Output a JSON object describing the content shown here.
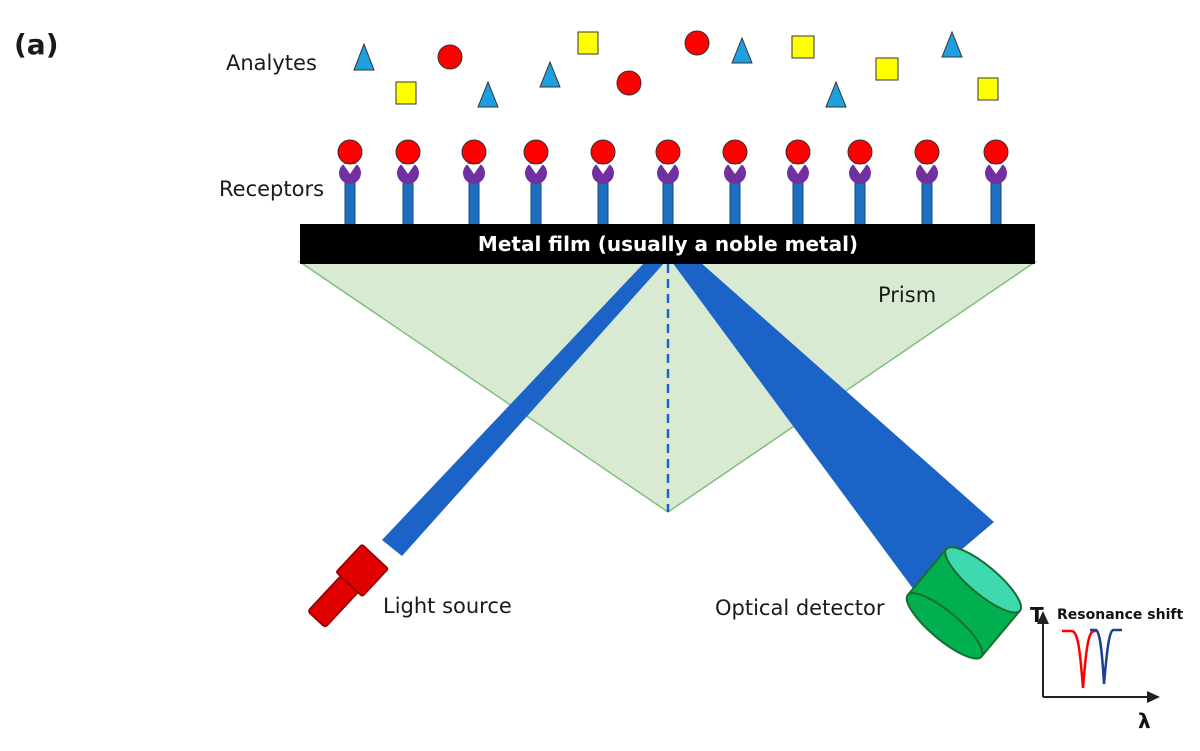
{
  "panel_label": "(a)",
  "labels": {
    "analytes": "Analytes",
    "receptors": "Receptors",
    "metal_film": "Metal film (usually a noble metal)",
    "prism": "Prism",
    "light_source": "Light source",
    "optical_detector": "Optical detector"
  },
  "inset": {
    "y_axis": "T",
    "x_axis": "λ",
    "title": "Resonance shift"
  },
  "colors": {
    "analyte_triangle": "#1e9fe0",
    "analyte_square": "#ffff00",
    "analyte_circle": "#ff0000",
    "receptor_stem": "#1f6fc1",
    "receptor_cup": "#7030a0",
    "metal_film": "#000000",
    "prism": "#d9ead3",
    "light_beam": "#1b63c6",
    "light_source": "#e00000",
    "detector": "#00b050",
    "inset_red": "#ff0000",
    "inset_blue": "#1f3f8f"
  }
}
